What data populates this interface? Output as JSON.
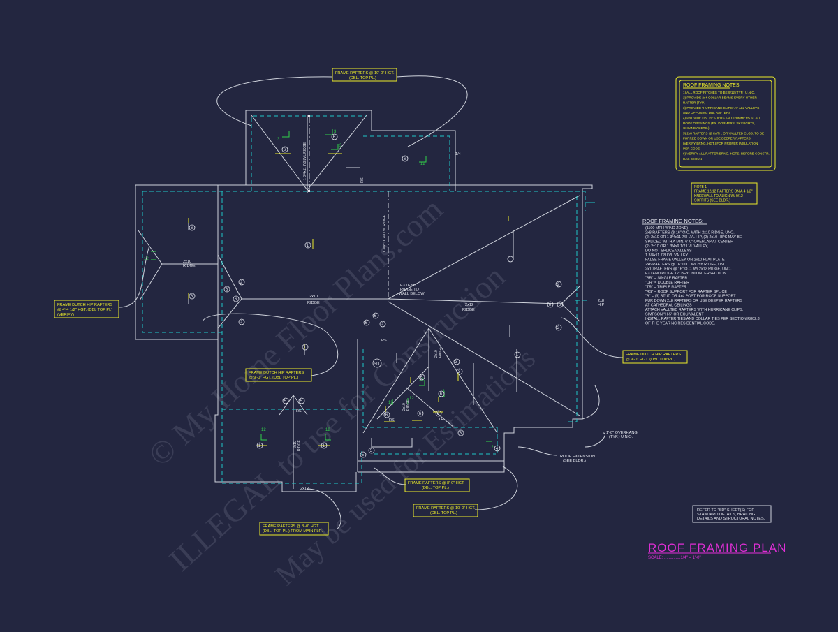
{
  "plan": {
    "title": "ROOF FRAMING PLAN",
    "scale": "SCALE: ..............1/4\" = 1'-0\""
  },
  "notes_a": {
    "heading": "ROOF FRAMING NOTES:",
    "lines": [
      "1) ALL ROOF PITCHES TO BE 9/12 (TYP.) U.N.O.",
      "2) PROVIDE 2x4 COLLAR BEAMS EVERY OTHER",
      "RAFTER (TYP.)",
      "3) PROVIDE \"HURRICANE CLIPS\" AT ALL VALLEYS",
      "AND OPPOSING DBL RAFTERS",
      "4) PROVIDE DBL HEADERS AND TRIMMERS AT ALL",
      "ROOF OPENINGS (EX. DORMERS, SKYLIGHTS,",
      "CHIMNEYS ETC.)",
      "5) 2x8 RAFTERS @ CATH. OR VAULTED CLGS. TO BE",
      "FURRED DOWN OR USE DEEPER RAFTERS",
      "(VERIFY BRNG. HGT.) FOR PROPER INSULATION",
      "PER CODE",
      "6) VERIFY ALL RAFTER BRNG. HGTS. BEFORE CONSTR.",
      "HAS BEGUN"
    ]
  },
  "note1": {
    "lines": [
      "NOTE 1",
      "FRAME 12/12 RAFTERS ON A 4 1/2\"",
      "KNEEWALL TO ALIGN W/ 9/12",
      "SOFFITS (SEE BLDR.)"
    ]
  },
  "notes_b": {
    "heading": "ROOF FRAMING NOTES:",
    "lines": [
      "(1100 MPH WIND ZONE)",
      "2x8 RAFTERS @ 16\" O.C. WITH 2x10 RIDGE, UNO.",
      "(2) 2x10 OR 1 3/4x11 7/8 LVL HIP, (2) 2x10 HIPS MAY BE",
      "SPLICED WITH A MIN. 6'-0\" OVERLAP AT CENTER",
      "(2) 2x10 OR 1 3/4x9 1/2 LVL VALLEY,",
      "DO NOT SPLICE VALLEYS",
      "1 3/4x11 7/8 LVL VALLEY",
      "FALSE FRAME VALLEY ON 2x10 FLAT PLATE",
      "2x6 RAFTERS @ 16\" O.C. W/ 2x8 RIDGE, UNO.",
      "2x10 RAFTERS @ 16\" O.C. W/ 2x12 RIDGE, UNO.",
      "EXTEND RIDGE 12\" BEYOND INTERSECTION",
      "\"SR\" = SINGLE RAFTER",
      "\"DR\" = DOUBLE RAFTER",
      "\"TR\" = TRIPLE RAFTER",
      "\"RS\" = ROOF SUPPORT FOR RAFTER SPLICE",
      "\"B\" = (3) STUD OR 4x4 POST FOR ROOF SUPPORT",
      "FUR DOWN 2x8 RAFTERS OR USE DEEPER RAFTERS",
      "AT CATHEDRAL CEILINGS",
      "ATTACH VAULTED RAFTERS WITH HURRICANE CLIPS,",
      "SIMPSON \"H-5\" OR EQUIVALENT",
      "INSTALL RAFTER TIES AND COLLAR TIES PER SECTION R802.3",
      "OF THE YEAR NC RESIDENTIAL CODE."
    ]
  },
  "refer": {
    "lines": [
      "REFER TO \"SD\" SHEET(S) FOR",
      "STANDARD DETAILS, BRACING",
      "DETAILS AND STRUCTURAL NOTES."
    ]
  },
  "callouts": {
    "top": [
      "FRAME RAFTERS @ 10'-0\" HGT.",
      "(DBL. TOP PL.)"
    ],
    "left": [
      "FRAME DUTCH HIP RAFTERS",
      "@ 4'-4 1/2\" HGT. (DBL TOP PL)",
      "(VERIFY)"
    ],
    "center_left": [
      "FRAME DUTCH HIP RAFTERS",
      "@ 9'-0\" HGT. (DBL TOP PL.)"
    ],
    "right": [
      "FRAME DUTCH HIP RAFTERS",
      "@ 9'-0\" HGT. (DBL TOP PL.)"
    ],
    "bottom_left": [
      "FRAME RAFTERS @ 8'-0\" HGT.",
      "(DBL. TOP PL.) FROM MAIN FLR."
    ],
    "bottom_mid1": [
      "FRAME RAFTERS @ 8'-0\" HGT.",
      "(DBL. TOP PL.)"
    ],
    "bottom_mid2": [
      "FRAME RAFTERS @ 10'-0\" HGT.",
      "(DBL. TOP PL.)"
    ]
  },
  "labels": {
    "overhang": [
      "1'-0\" OVERHANG",
      "(TYP.) U.N.O."
    ],
    "roof_ext": [
      "ROOF EXTENSION",
      "(SEE BLDR.)"
    ],
    "extend_ridge": [
      "EXTEND",
      "RIDGE TO",
      "WALL BELOW"
    ],
    "ridge_2x10": "2x10",
    "ridge_word": "RIDGE",
    "ridge_2x12": "2x12",
    "hip_2x8": "2x8",
    "hip_word": "HIP",
    "lvl": "1 3/4x11 7/8 LVL RIDGE",
    "rs": "RS",
    "sd": "SD",
    "tr": "TR",
    "dbl": "DR",
    "dim_1_4": "1/4",
    "beam": "2x12"
  },
  "watermark": {
    "line1": "© My Home Floor Plans.com",
    "line2": "ILLEGAL to use for Construction",
    "line3": "May be used for Estimations"
  },
  "colors": {
    "background": "#232640",
    "wall": "#cfd3dc",
    "overhang": "#1fc7c7",
    "note": "#ecec2a",
    "pitch": "#32d34a",
    "title": "#e02fd6"
  }
}
